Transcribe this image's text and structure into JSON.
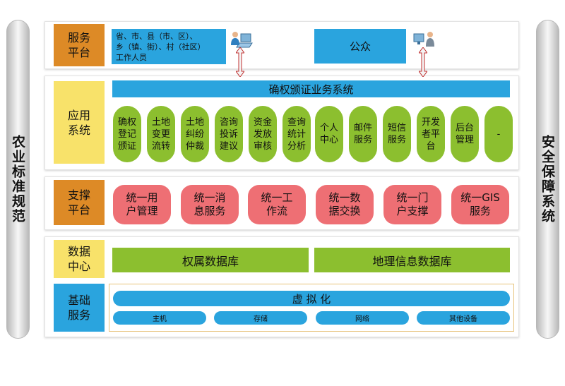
{
  "side_left": "农业标准规范",
  "side_right": "安全保障系统",
  "layers": {
    "service": [
      "服务",
      "平台"
    ],
    "application": [
      "应用",
      "系统"
    ],
    "support": [
      "支撑",
      "平台"
    ],
    "data": [
      "数据",
      "中心"
    ],
    "infrastructure": [
      "基础",
      "服务"
    ]
  },
  "service_boxes": {
    "staff": [
      "省、市、县（市、区）、",
      "乡（镇、街）、村（社区）",
      "工作人员"
    ],
    "public": "公众"
  },
  "app_title": "确权颁证业务系统",
  "app_modules": [
    [
      "确权",
      "登记",
      "颁证"
    ],
    [
      "土地",
      "变更",
      "流转"
    ],
    [
      "土地",
      "纠纷",
      "仲裁"
    ],
    [
      "咨询",
      "投诉",
      "建议"
    ],
    [
      "资金",
      "发放",
      "审核"
    ],
    [
      "查询",
      "统计",
      "分析"
    ],
    [
      "个人",
      "中心"
    ],
    [
      "邮件",
      "服务"
    ],
    [
      "短信",
      "服务"
    ],
    [
      "开发",
      "者平",
      "台"
    ],
    [
      "后台",
      "管理"
    ],
    [
      "-"
    ]
  ],
  "support_modules": [
    [
      "统一用",
      "户管理"
    ],
    [
      "统一消",
      "息服务"
    ],
    [
      "统一工",
      "作流"
    ],
    [
      "统一数",
      "据交换"
    ],
    [
      "统一门",
      "户支撑"
    ],
    [
      "统一GIS",
      "服务"
    ]
  ],
  "databases": [
    "权属数据库",
    "地理信息数据库"
  ],
  "virtualization": "虚 拟 化",
  "infra_items": [
    "主机",
    "存储",
    "网络",
    "其他设备"
  ],
  "colors": {
    "orange": "#dd8a26",
    "yellow": "#f8e26a",
    "blue": "#2aa4de",
    "green": "#8cbf2f",
    "red": "#ee6f74"
  }
}
